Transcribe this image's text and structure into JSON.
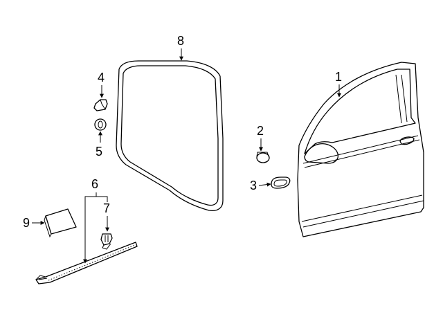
{
  "diagram": {
    "callouts": {
      "c1": "1",
      "c2": "2",
      "c3": "3",
      "c4": "4",
      "c5": "5",
      "c6": "6",
      "c7": "7",
      "c8": "8",
      "c9": "9"
    },
    "parts": [
      {
        "callout": "1",
        "icon": "front-door-shell"
      },
      {
        "callout": "2",
        "icon": "plug"
      },
      {
        "callout": "3",
        "icon": "oval-grommet"
      },
      {
        "callout": "4",
        "icon": "bumper-stop"
      },
      {
        "callout": "5",
        "icon": "round-plug"
      },
      {
        "callout": "6",
        "icon": "lower-door-molding"
      },
      {
        "callout": "7",
        "icon": "molding-clip"
      },
      {
        "callout": "8",
        "icon": "door-frame-weatherstrip"
      },
      {
        "callout": "9",
        "icon": "adhesive-pad"
      }
    ],
    "line_color": "#000000",
    "background": "#ffffff"
  }
}
